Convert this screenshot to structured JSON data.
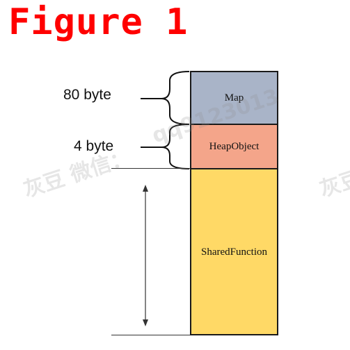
{
  "figure": {
    "title": "Figure 1",
    "title_color": "#ff0000"
  },
  "blocks": [
    {
      "label": "Map",
      "color": "#a9b4c8"
    },
    {
      "label": "HeapObject",
      "color": "#f4a58a"
    },
    {
      "label": "SharedFunction",
      "color": "#ffd966"
    }
  ],
  "size_labels": {
    "map": "80 byte",
    "heapobject": "4 byte"
  },
  "watermark": {
    "text_1": "灰豆 微信：",
    "text_2": "qq9123013",
    "text_3": "灰豆"
  }
}
